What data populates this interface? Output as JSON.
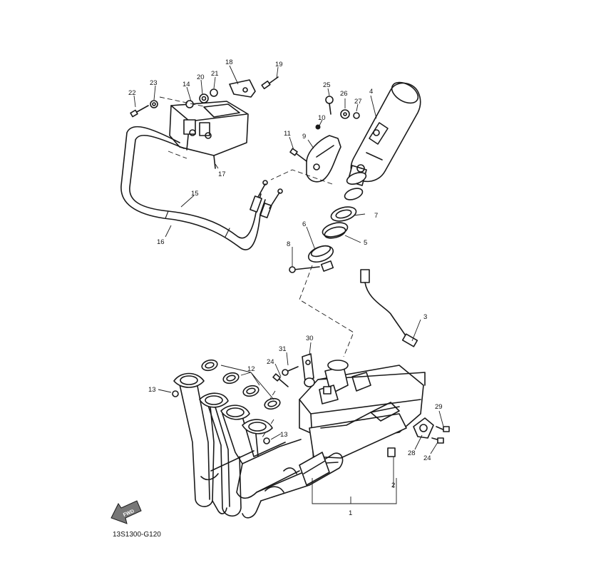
{
  "diagram_code": "13S1300-G120",
  "fwd_label": "FWD",
  "callouts": {
    "c1": "1",
    "c2": "2",
    "c3": "3",
    "c4": "4",
    "c5": "5",
    "c6": "6",
    "c7": "7",
    "c8": "8",
    "c9": "9",
    "c10": "10",
    "c11": "11",
    "c12": "12",
    "c13a": "13",
    "c13b": "13",
    "c14": "14",
    "c15": "15",
    "c16": "16",
    "c17": "17",
    "c18": "18",
    "c19": "19",
    "c20": "20",
    "c21": "21",
    "c22": "22",
    "c23": "23",
    "c24a": "24",
    "c24b": "24",
    "c25": "25",
    "c26": "26",
    "c27": "27",
    "c28": "28",
    "c29": "29",
    "c30": "30",
    "c31": "31"
  }
}
